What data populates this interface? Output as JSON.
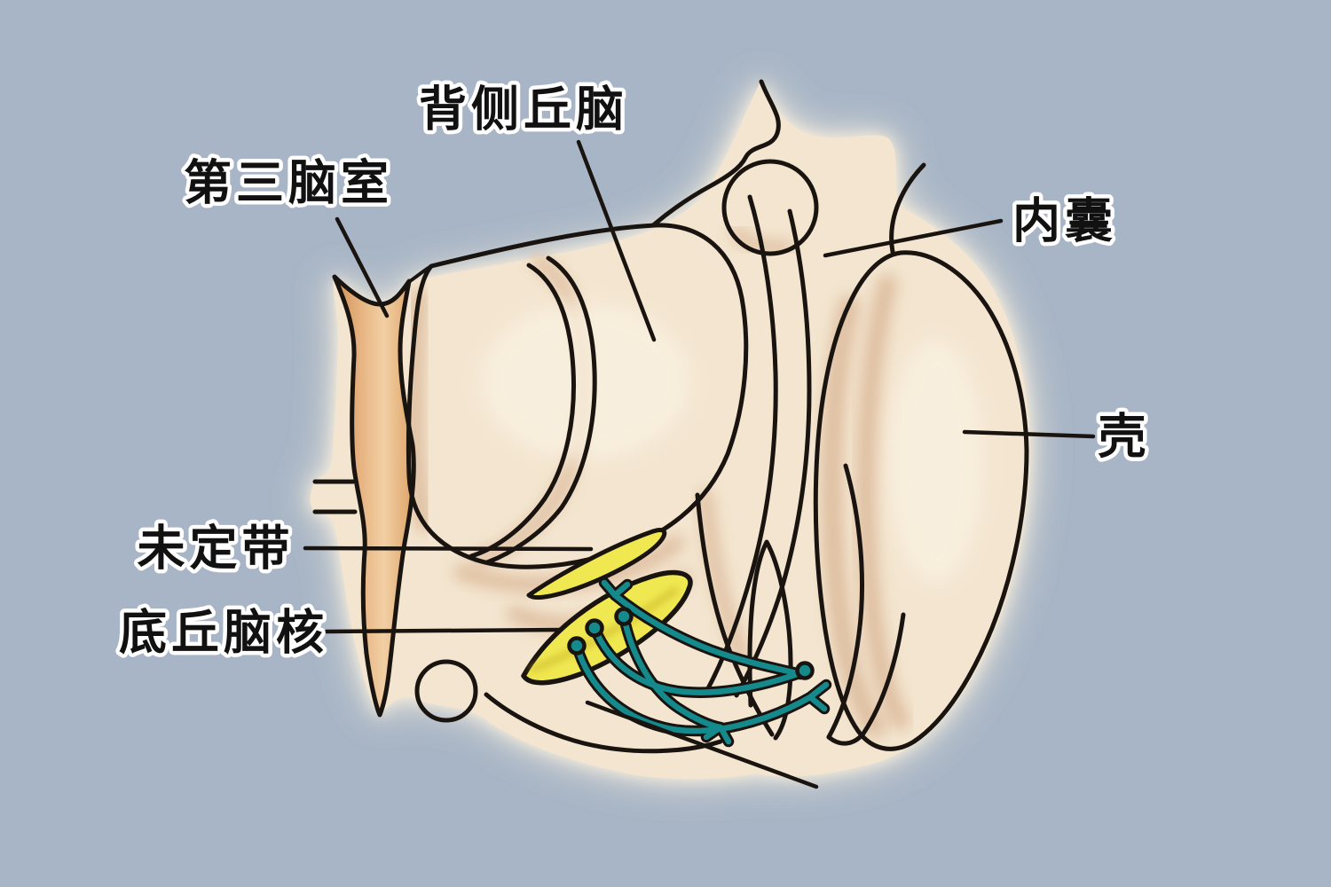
{
  "labels": {
    "dorsal_thalamus": "背侧丘脑",
    "third_ventricle": "第三脑室",
    "internal_capsule": "内囊",
    "putamen": "壳",
    "zona_incerta": "未定带",
    "subthalamic_nucleus": "底丘脑核"
  },
  "colors": {
    "background": "#a7b5c6",
    "tissue": "#f3e5cf",
    "tissue_light": "#f6ead6",
    "halo": "#f8efdd",
    "shading": "#cfa07c",
    "ventricle_dark": "#cf8e55",
    "ventricle_mid": "#e8b684",
    "ventricle_light": "#f2cfa4",
    "structure_yellow": "#f0e851",
    "fiber_teal": "#158a8d",
    "outline": "#1a1410",
    "label_text": "#111111",
    "label_outline": "#ffffff"
  }
}
